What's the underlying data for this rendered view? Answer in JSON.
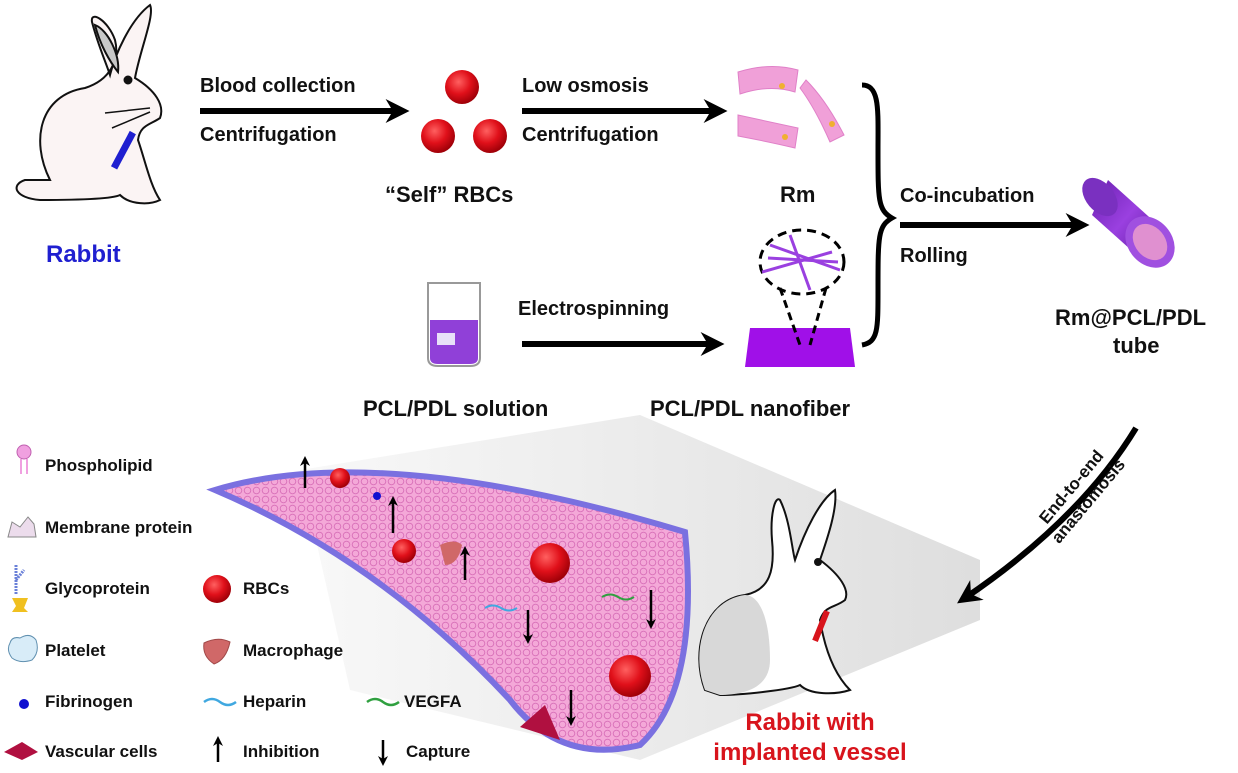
{
  "steps": {
    "rabbit_label": "Rabbit",
    "step1_top": "Blood collection",
    "step1_bottom": "Centrifugation",
    "rbc_label": "“Self” RBCs",
    "step2_top": "Low osmosis",
    "step2_bottom": "Centrifugation",
    "rm_label": "Rm",
    "electro": "Electrospinning",
    "solution_label": "PCL/PDL solution",
    "nanofiber_label": "PCL/PDL nanofiber",
    "step3_top": "Co-incubation",
    "step3_bottom": "Rolling",
    "tube_label_1": "Rm@PCL/PDL",
    "tube_label_2": "tube",
    "anast_1": "End-to-end",
    "anast_2": "anastomosis",
    "implant_1": "Rabbit with",
    "implant_2": "implanted vessel"
  },
  "legend": [
    {
      "icon": "phospholipid-icon",
      "label": "Phospholipid"
    },
    {
      "icon": "membrane-protein-icon",
      "label": "Membrane protein"
    },
    {
      "icon": "glycoprotein-icon",
      "label": "Glycoprotein"
    },
    {
      "icon": "rbc-icon",
      "label": "RBCs"
    },
    {
      "icon": "platelet-icon",
      "label": "Platelet"
    },
    {
      "icon": "macrophage-icon",
      "label": "Macrophage"
    },
    {
      "icon": "fibrinogen-icon",
      "label": "Fibrinogen"
    },
    {
      "icon": "heparin-icon",
      "label": "Heparin"
    },
    {
      "icon": "vegfa-icon",
      "label": "VEGFA"
    },
    {
      "icon": "vascular-cells-icon",
      "label": "Vascular cells"
    },
    {
      "icon": "arrow-up-icon",
      "label": "Inhibition"
    },
    {
      "icon": "arrow-down-icon",
      "label": "Capture"
    }
  ],
  "colors": {
    "rbc": "#e0101a",
    "membrane_pink": "#f0a0d8",
    "tube_purple": "#8a30c8",
    "rabbit_blue": "#1f1fd0",
    "implant_red": "#d8141c",
    "vessel_wall": "#7a70e0"
  }
}
